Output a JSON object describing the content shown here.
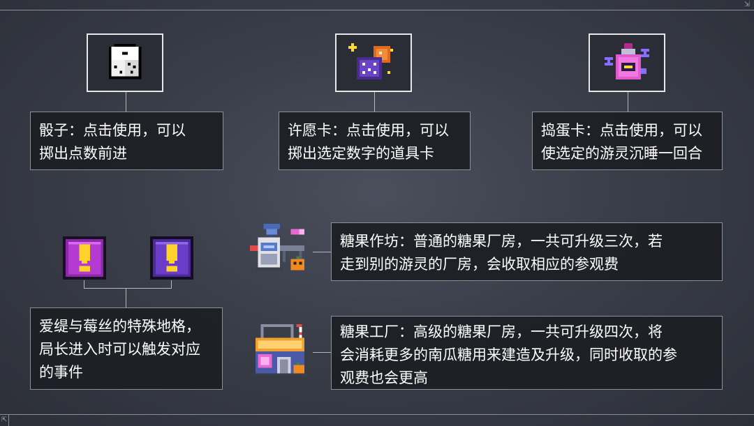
{
  "cards": [
    {
      "icon": "dice-icon",
      "lines": [
        "骰子：点击使用，可以",
        "掷出点数前进"
      ]
    },
    {
      "icon": "wish-card-icon",
      "lines": [
        "许愿卡：点击使用，可以",
        "掷出选定数字的道具卡"
      ]
    },
    {
      "icon": "mischief-card-icon",
      "lines": [
        "捣蛋卡：点击使用，可以",
        "使选定的游灵沉睡一回合"
      ]
    }
  ],
  "special_tile": {
    "icons": [
      "exclamation-block-purple-icon",
      "exclamation-block-violet-icon"
    ],
    "lines": [
      "爱缇与莓丝的特殊地格，",
      "局长进入时可以触发对应",
      "的事件"
    ]
  },
  "buildings": [
    {
      "icon": "candy-workshop-icon",
      "lines": [
        "糖果作坊：普通的糖果厂房，一共可升级三次，若",
        "走到别的游灵的厂房，会收取相应的参观费"
      ]
    },
    {
      "icon": "candy-factory-icon",
      "lines": [
        "糖果工厂：高级的糖果厂房，一共可升级四次，将",
        "会消耗更多的南瓜糖用来建造及升级，同时收取的参",
        "观费也会更高"
      ]
    }
  ],
  "colors": {
    "panel_border": "#8c9099",
    "icon_border": "#e8e8e8",
    "block_purple": "#b43ad1",
    "block_violet": "#6a3cc8"
  }
}
